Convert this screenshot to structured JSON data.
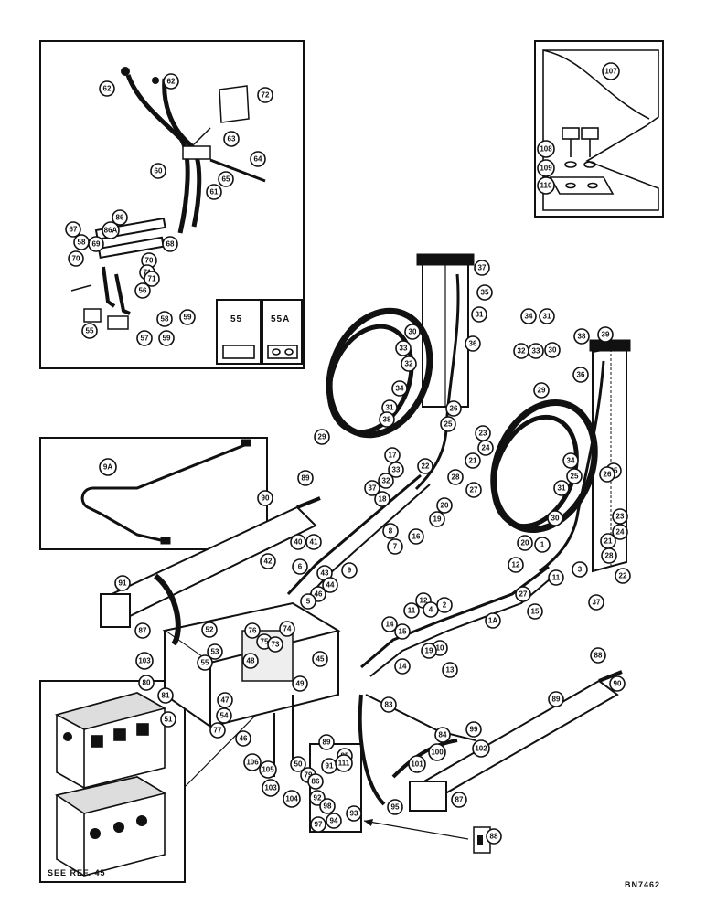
{
  "figure": {
    "drawing_number": "BN7462",
    "see_ref": "SEE REF. 45"
  },
  "insets": {
    "plate_a": "55",
    "plate_b": "55A",
    "pipe_callout": "9A",
    "panel_callout": "107"
  },
  "callouts": {
    "control_levers": [
      "62",
      "62",
      "72",
      "63",
      "64",
      "65",
      "61",
      "60",
      "86",
      "86A",
      "69",
      "67",
      "68",
      "70",
      "71",
      "58",
      "70",
      "71",
      "56",
      "58",
      "59",
      "55",
      "57",
      "59"
    ],
    "panel": [
      "107",
      "108",
      "109",
      "110"
    ],
    "left_mast": [
      "37",
      "35",
      "31",
      "36",
      "30",
      "33",
      "32",
      "34",
      "31",
      "38",
      "26",
      "25",
      "23",
      "24",
      "21",
      "27",
      "29",
      "28",
      "22",
      "17",
      "33",
      "32",
      "37",
      "18",
      "20",
      "19",
      "16",
      "8",
      "7"
    ],
    "right_mast": [
      "34",
      "31",
      "32",
      "33",
      "30",
      "39",
      "38",
      "36",
      "29",
      "35",
      "34",
      "25",
      "26",
      "31",
      "30",
      "23",
      "24",
      "21",
      "28",
      "20",
      "12",
      "11",
      "1",
      "3",
      "22",
      "37",
      "27",
      "15",
      "14"
    ],
    "frame": [
      "89",
      "90",
      "91",
      "87",
      "42",
      "40",
      "41",
      "6",
      "9",
      "43",
      "44",
      "46",
      "52",
      "53",
      "55",
      "54",
      "103",
      "80",
      "81",
      "51",
      "47",
      "77",
      "76",
      "75",
      "73",
      "74",
      "5",
      "48",
      "45",
      "49",
      "11",
      "12",
      "4",
      "2",
      "14",
      "15",
      "10",
      "19",
      "14",
      "13",
      "1A"
    ],
    "lower": [
      "46",
      "106",
      "105",
      "103",
      "104",
      "50",
      "79",
      "89",
      "85",
      "83",
      "84",
      "100",
      "99",
      "102",
      "101",
      "91",
      "86",
      "111",
      "92",
      "98",
      "97",
      "94",
      "93",
      "95",
      "87",
      "88",
      "89",
      "90"
    ]
  }
}
